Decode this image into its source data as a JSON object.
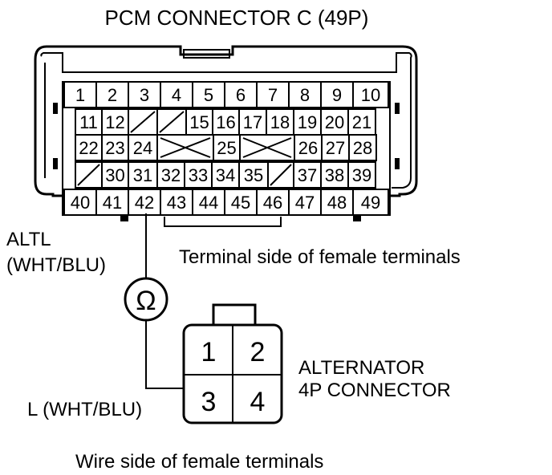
{
  "pcm": {
    "title": "PCM CONNECTOR C (49P)",
    "rows": [
      [
        "1",
        "2",
        "3",
        "4",
        "5",
        "6",
        "7",
        "8",
        "9",
        "10"
      ],
      [
        "11",
        "12",
        "15",
        "16",
        "17",
        "18",
        "19",
        "20",
        "21"
      ],
      [
        "22",
        "23",
        "24",
        "25",
        "26",
        "27",
        "28"
      ],
      [
        "30",
        "31",
        "32",
        "33",
        "34",
        "35",
        "37",
        "38",
        "39"
      ],
      [
        "40",
        "41",
        "42",
        "43",
        "44",
        "45",
        "46",
        "47",
        "48",
        "49"
      ]
    ],
    "side_label": "Terminal side of female terminals"
  },
  "wire_top": {
    "label_line1": "ALTL",
    "label_line2": "(WHT/BLU)"
  },
  "meter": {
    "symbol": "Ω"
  },
  "alternator": {
    "pins": [
      "1",
      "2",
      "3",
      "4"
    ],
    "name_line1": "ALTERNATOR",
    "name_line2": "4P CONNECTOR",
    "side_label": "Wire side of female terminals"
  },
  "wire_bottom": {
    "label": "L (WHT/BLU)"
  }
}
